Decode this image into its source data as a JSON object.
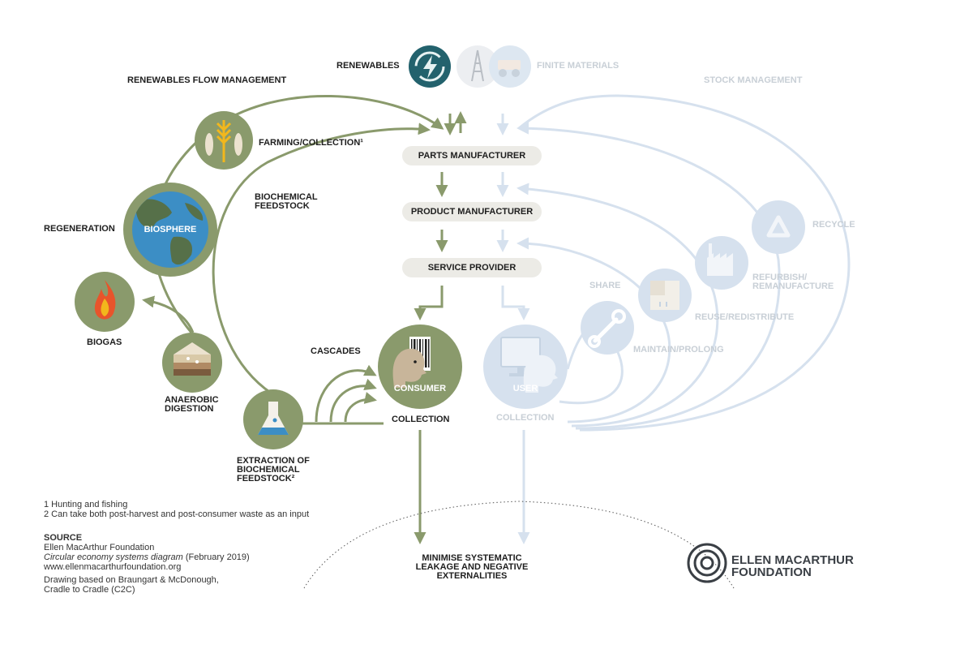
{
  "top": {
    "renewables": "RENEWABLES",
    "finite_materials": "FINITE MATERIALS"
  },
  "left_title": "RENEWABLES FLOW MANAGEMENT",
  "right_title": "STOCK MANAGEMENT",
  "chain": {
    "parts": "PARTS MANUFACTURER",
    "product": "PRODUCT MANUFACTURER",
    "service": "SERVICE PROVIDER"
  },
  "bio": {
    "farming": "FARMING/COLLECTION¹",
    "biochemical_feedstock": [
      "BIOCHEMICAL",
      "FEEDSTOCK"
    ],
    "regeneration": "REGENERATION",
    "biosphere": "BIOSPHERE",
    "biogas": "BIOGAS",
    "anaerobic": [
      "ANAEROBIC",
      "DIGESTION"
    ],
    "extraction": [
      "EXTRACTION OF",
      "BIOCHEMICAL",
      "FEEDSTOCK²"
    ],
    "cascades": "CASCADES",
    "consumer": "CONSUMER",
    "collection": "COLLECTION"
  },
  "tech": {
    "share": "SHARE",
    "maintain": "MAINTAIN/PROLONG",
    "reuse": "REUSE/REDISTRIBUTE",
    "refurbish": [
      "REFURBISH/",
      "REMANUFACTURE"
    ],
    "recycle": "RECYCLE",
    "user": "USER",
    "collection": "COLLECTION"
  },
  "bottom": [
    "MINIMISE SYSTEMATIC",
    "LEAKAGE AND NEGATIVE",
    "EXTERNALITIES"
  ],
  "footnotes": [
    "1 Hunting and fishing",
    "2 Can take both post-harvest and post-consumer waste as an input"
  ],
  "source": {
    "title": "SOURCE",
    "org": "Ellen MacArthur Foundation",
    "diagram_name": "Circular economy systems diagram",
    "diagram_date": " (February 2019)",
    "url": "www.ellenmacarthurfoundation.org",
    "drawing": [
      "Drawing based on Braungart & McDonough,",
      "Cradle to Cradle (C2C)"
    ]
  },
  "logo": [
    "ELLEN MACARTHUR",
    "FOUNDATION"
  ],
  "colors": {
    "olive": "#8a9a6c",
    "olive_dark": "#7f8d62",
    "pale_blue": "#d6e1ee",
    "teal": "#23626d",
    "box": "#ecebe6",
    "text": "#1e1e1e",
    "faded_text": "#c8cfd6"
  }
}
